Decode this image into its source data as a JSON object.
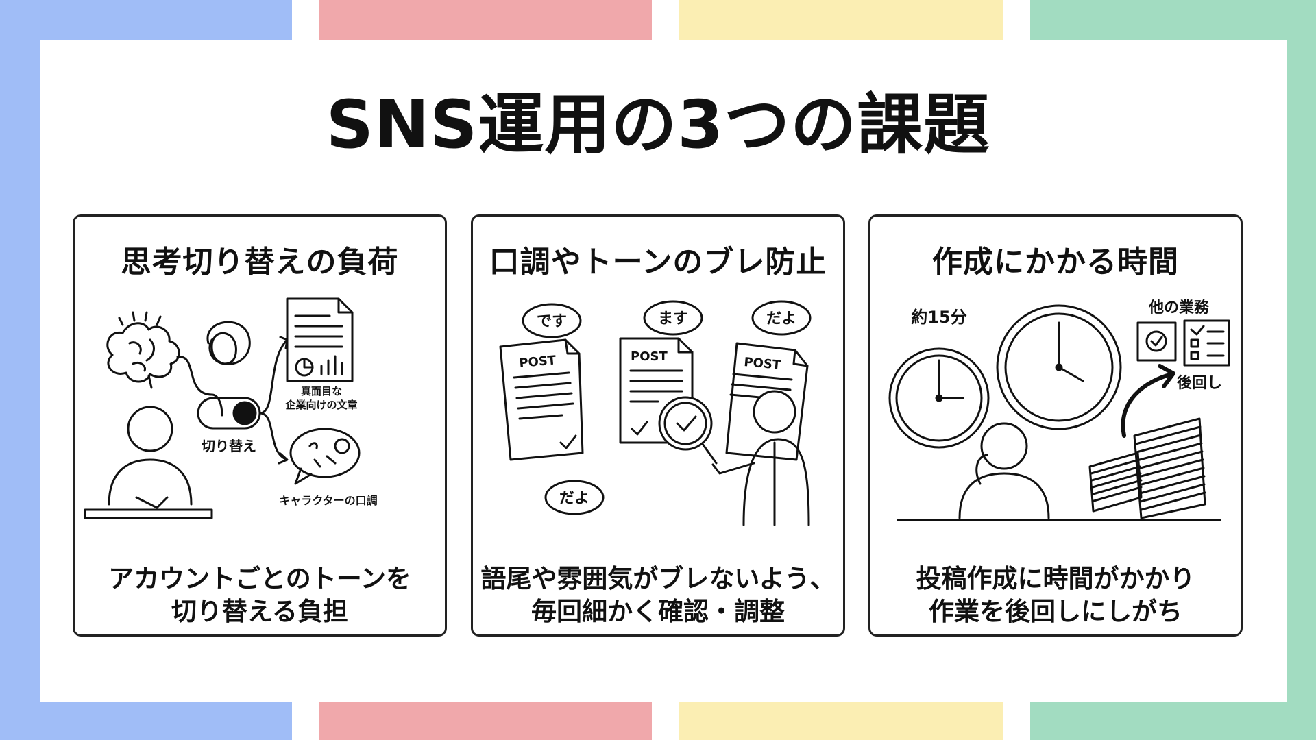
{
  "colors": {
    "blue": "#a0bdf7",
    "pink": "#f0a8ab",
    "yellow": "#fbeeb3",
    "green": "#a2dcc1"
  },
  "title": "SNS運用の3つの課題",
  "cards": [
    {
      "title": "思考切り替えの負荷",
      "labels": {
        "switch": "切り替え",
        "doc_line1": "真面目な",
        "doc_line2": "企業向けの文章",
        "bubble": "キャラクターの口調"
      },
      "icons": [
        "brain-icon",
        "tangle-icon",
        "document-chart-icon",
        "toggle-switch-icon",
        "emoji-bubble-icon",
        "person-at-desk-icon"
      ],
      "caption": [
        "アカウントごとのトーンを",
        "切り替える負担"
      ]
    },
    {
      "title": "口調やトーンのブレ防止",
      "labels": {
        "bubble1": "です",
        "bubble2": "ます",
        "bubble3": "だよ",
        "bubble4": "だよ",
        "post": "POST"
      },
      "icons": [
        "post-document-icon",
        "speech-bubble-icon",
        "magnifier-check-icon",
        "person-inspecting-icon"
      ],
      "caption": [
        "語尾や雰囲気がブレないよう、",
        "毎回細かく確認・調整"
      ]
    },
    {
      "title": "作成にかかる時間",
      "labels": {
        "time": "約15分",
        "other": "他の業務",
        "later": "後回し"
      },
      "icons": [
        "clock-icon",
        "checklist-icon",
        "curved-arrow-icon",
        "paper-stack-icon",
        "thinking-person-icon"
      ],
      "caption": [
        "投稿作成に時間がかかり",
        "作業を後回しにしがち"
      ]
    }
  ]
}
